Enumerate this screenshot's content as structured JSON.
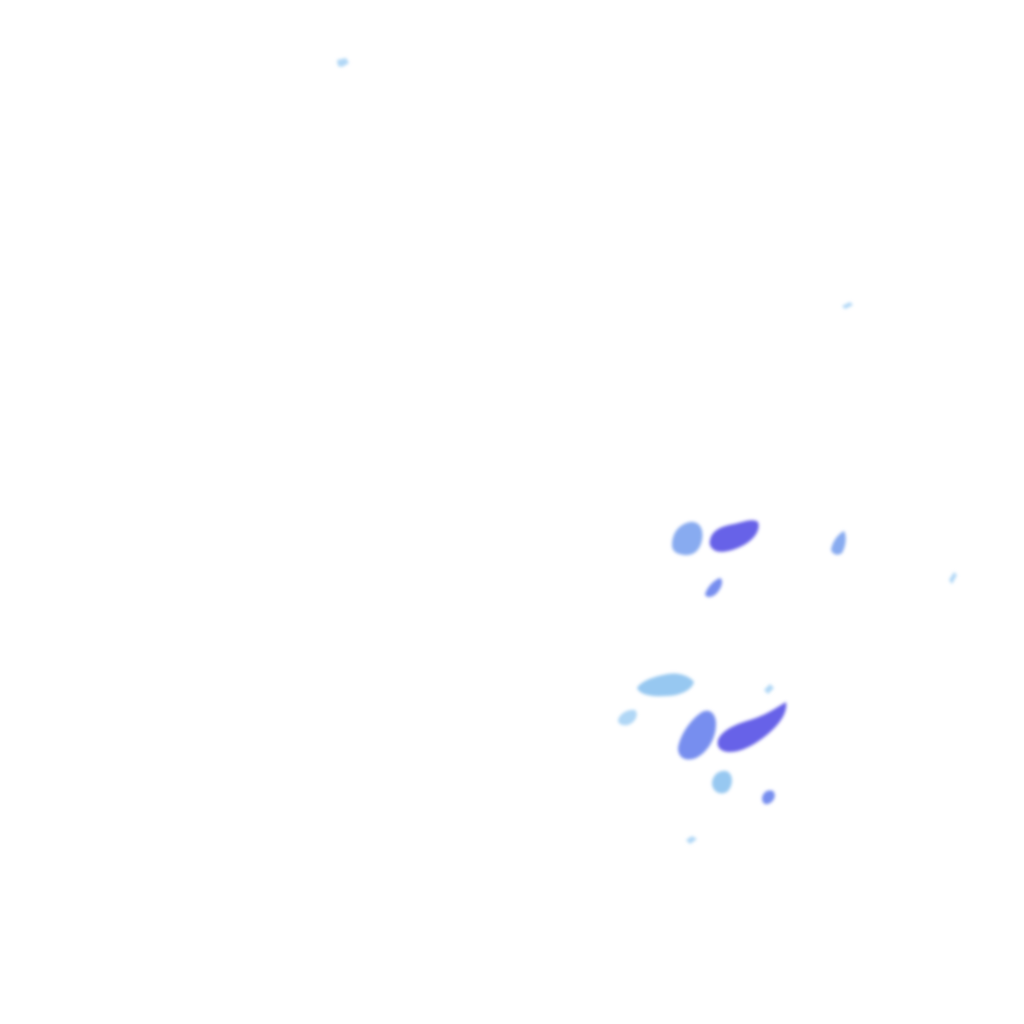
{
  "palette": {
    "background": "#ffffff",
    "light": "#a9d4f5",
    "light_mid": "#8ec3f0",
    "mid": "#7ea4ef",
    "strong": "#6b84ee",
    "heavy": "#5a55e6"
  },
  "echoes": [
    {
      "id": "echo-n1",
      "intensity": "light"
    },
    {
      "id": "echo-ne1",
      "intensity": "light"
    },
    {
      "id": "echo-c1",
      "intensity": "mid"
    },
    {
      "id": "echo-c2",
      "intensity": "heavy"
    },
    {
      "id": "echo-c3",
      "intensity": "strong"
    },
    {
      "id": "echo-e1",
      "intensity": "mid"
    },
    {
      "id": "echo-e2",
      "intensity": "light"
    },
    {
      "id": "echo-s1",
      "intensity": "light_mid"
    },
    {
      "id": "echo-s2",
      "intensity": "light"
    },
    {
      "id": "echo-s3",
      "intensity": "strong"
    },
    {
      "id": "echo-s4",
      "intensity": "heavy"
    },
    {
      "id": "echo-s5",
      "intensity": "light_mid"
    },
    {
      "id": "echo-s6",
      "intensity": "strong"
    },
    {
      "id": "echo-s7",
      "intensity": "light"
    },
    {
      "id": "echo-s8",
      "intensity": "light"
    }
  ]
}
